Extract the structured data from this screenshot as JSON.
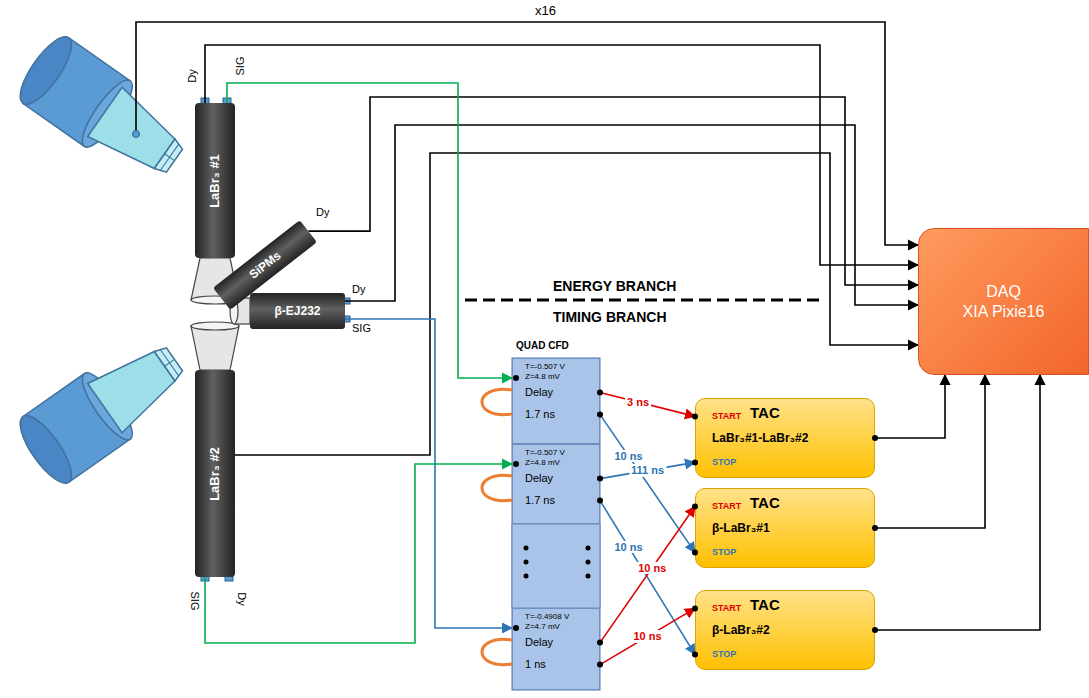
{
  "diagram": {
    "nodes": [
      {
        "text": [
          "LaBr₃ #1"
        ]
      },
      {
        "text": [
          "SiPMs"
        ]
      },
      {
        "text": [
          "β-EJ232"
        ]
      },
      {
        "text": [
          "LaBr₃ #2"
        ]
      },
      {
        "text": [
          "DAQ",
          "XIA Pixie16"
        ]
      },
      {
        "text": [
          "QUAD CFD"
        ]
      },
      {
        "text": [
          "T=-0.507 V",
          "Z=4.8 mV",
          "Delay",
          "1.7 ns"
        ],
        "in": 5
      },
      {
        "text": [
          "T=-0.507 V",
          "Z=4.8 mV",
          "Delay",
          "1.7 ns"
        ],
        "in": 5
      },
      {
        "text": [
          "T=-0.4908 V",
          "Z=4.7 mV",
          "Delay",
          "1 ns"
        ],
        "in": 5
      },
      {
        "text": [
          "START",
          "TAC",
          "LaBr₃#1-LaBr₃#2",
          "STOP"
        ]
      },
      {
        "text": [
          "START",
          "TAC",
          "β-LaBr₃#1",
          "STOP"
        ]
      },
      {
        "text": [
          "START",
          "TAC",
          "β-LaBr₃#2",
          "STOP"
        ]
      }
    ],
    "edges": [
      {
        "from": 0,
        "to": 4,
        "arrow": "to"
      },
      {
        "from": 1,
        "to": 4,
        "arrow": "to"
      },
      {
        "from": 2,
        "to": 4,
        "arrow": "to"
      },
      {
        "from": 3,
        "to": 4,
        "arrow": "to"
      },
      {
        "from": 0,
        "to": 6,
        "arrow": "to"
      },
      {
        "from": 3,
        "to": 7,
        "arrow": "to"
      },
      {
        "from": 2,
        "to": 8,
        "arrow": "to"
      },
      {
        "from": 6,
        "to": 9,
        "label": "3 ns",
        "arrow": "to"
      },
      {
        "from": 6,
        "to": 10,
        "label": "10 ns",
        "arrow": "to"
      },
      {
        "from": 7,
        "to": 9,
        "label": "111 ns",
        "arrow": "to"
      },
      {
        "from": 7,
        "to": 11,
        "label": "10 ns",
        "arrow": "to"
      },
      {
        "from": 8,
        "to": 10,
        "label": "10 ns",
        "arrow": "to"
      },
      {
        "from": 8,
        "to": 11,
        "label": "10 ns",
        "arrow": "to"
      },
      {
        "from": 9,
        "to": 4,
        "arrow": "to"
      },
      {
        "from": 10,
        "to": 4,
        "arrow": "to"
      },
      {
        "from": 11,
        "to": 4,
        "arrow": "to"
      }
    ],
    "labels": [
      "x16",
      "Dy",
      "SIG",
      "Dy",
      "Dy",
      "SIG",
      "SIG",
      "Dy",
      "ENERGY BRANCH",
      "TIMING BRANCH"
    ]
  }
}
